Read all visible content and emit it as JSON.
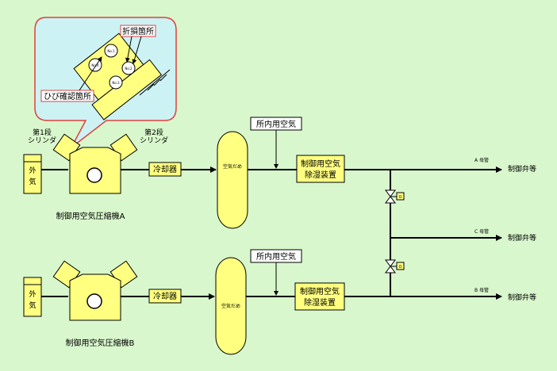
{
  "callout": {
    "crack_location": "ひび確認箇所",
    "break_location": "折損箇所",
    "bolt_labels": [
      "No.1",
      "No.2",
      "No.3",
      "No.4"
    ]
  },
  "cylinders": {
    "stage1": [
      "第1段",
      "シリンダ"
    ],
    "stage2": [
      "第2段",
      "シリンダ"
    ]
  },
  "line_a": {
    "outside_air": [
      "外",
      "気"
    ],
    "cooler": "冷却器",
    "receiver": "空気だめ",
    "plant_air": "所内用空気",
    "dehumidifier": [
      "制御用空気",
      "除湿装置"
    ],
    "header": "A 母管",
    "destination": "制御弁等",
    "compressor_caption": "制御用空気圧縮機A"
  },
  "line_b": {
    "outside_air": [
      "外",
      "気"
    ],
    "cooler": "冷却器",
    "receiver": "空気だめ",
    "plant_air": "所内用空気",
    "dehumidifier": [
      "制御用空気",
      "除湿装置"
    ],
    "header": "B 母管",
    "destination": "制御弁等",
    "compressor_caption": "制御用空気圧縮機B"
  },
  "line_c": {
    "header": "C 母管",
    "destination": "制御弁等"
  },
  "valves": [
    "O",
    "O"
  ],
  "colors": {
    "background": "#d8f7cc",
    "equipment_fill": "#ffff80",
    "callout_fill": "#ccf2f4",
    "callout_border": "#e04040",
    "label_red": "#e00000"
  }
}
